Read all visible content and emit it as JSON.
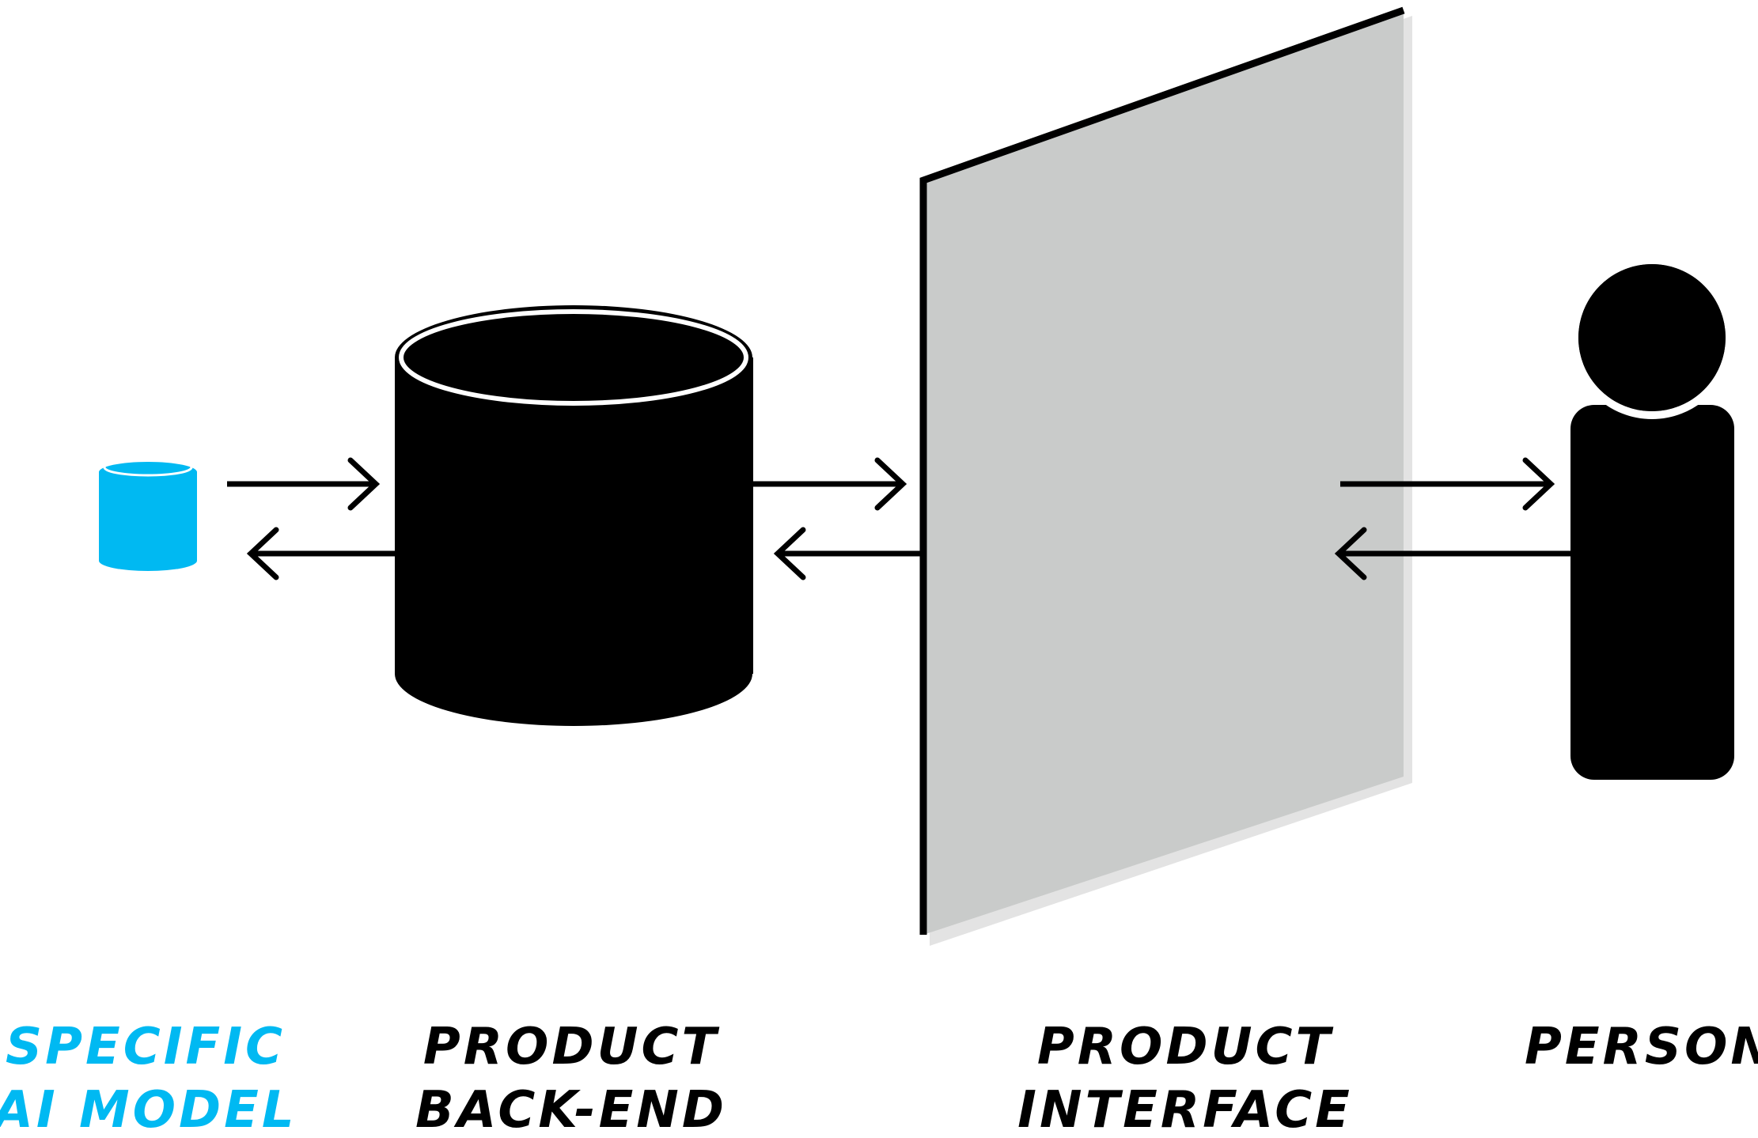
{
  "colors": {
    "ink": "#000000",
    "accent": "#00b9f2",
    "panel": "#c9cbca",
    "panel_shadow": "#e3e3e3",
    "background": "#ffffff"
  },
  "nodes": [
    {
      "id": "ai-model",
      "icon": "small-database-cylinder-icon",
      "label_lines": [
        "SPECIFIC",
        "AI MODEL"
      ],
      "color": "#00b9f2"
    },
    {
      "id": "product-back-end",
      "icon": "large-database-cylinder-icon",
      "label_lines": [
        "PRODUCT",
        "BACK-END"
      ],
      "color": "#000000"
    },
    {
      "id": "product-interface",
      "icon": "interface-panel-icon",
      "label_lines": [
        "PRODUCT",
        "INTERFACE"
      ],
      "color": "#000000"
    },
    {
      "id": "person",
      "icon": "person-icon",
      "label_lines": [
        "PERSON"
      ],
      "color": "#000000"
    }
  ],
  "connections": [
    {
      "from": "ai-model",
      "to": "product-back-end",
      "bidirectional": true
    },
    {
      "from": "product-back-end",
      "to": "product-interface",
      "bidirectional": true
    },
    {
      "from": "product-interface",
      "to": "person",
      "bidirectional": true
    }
  ]
}
